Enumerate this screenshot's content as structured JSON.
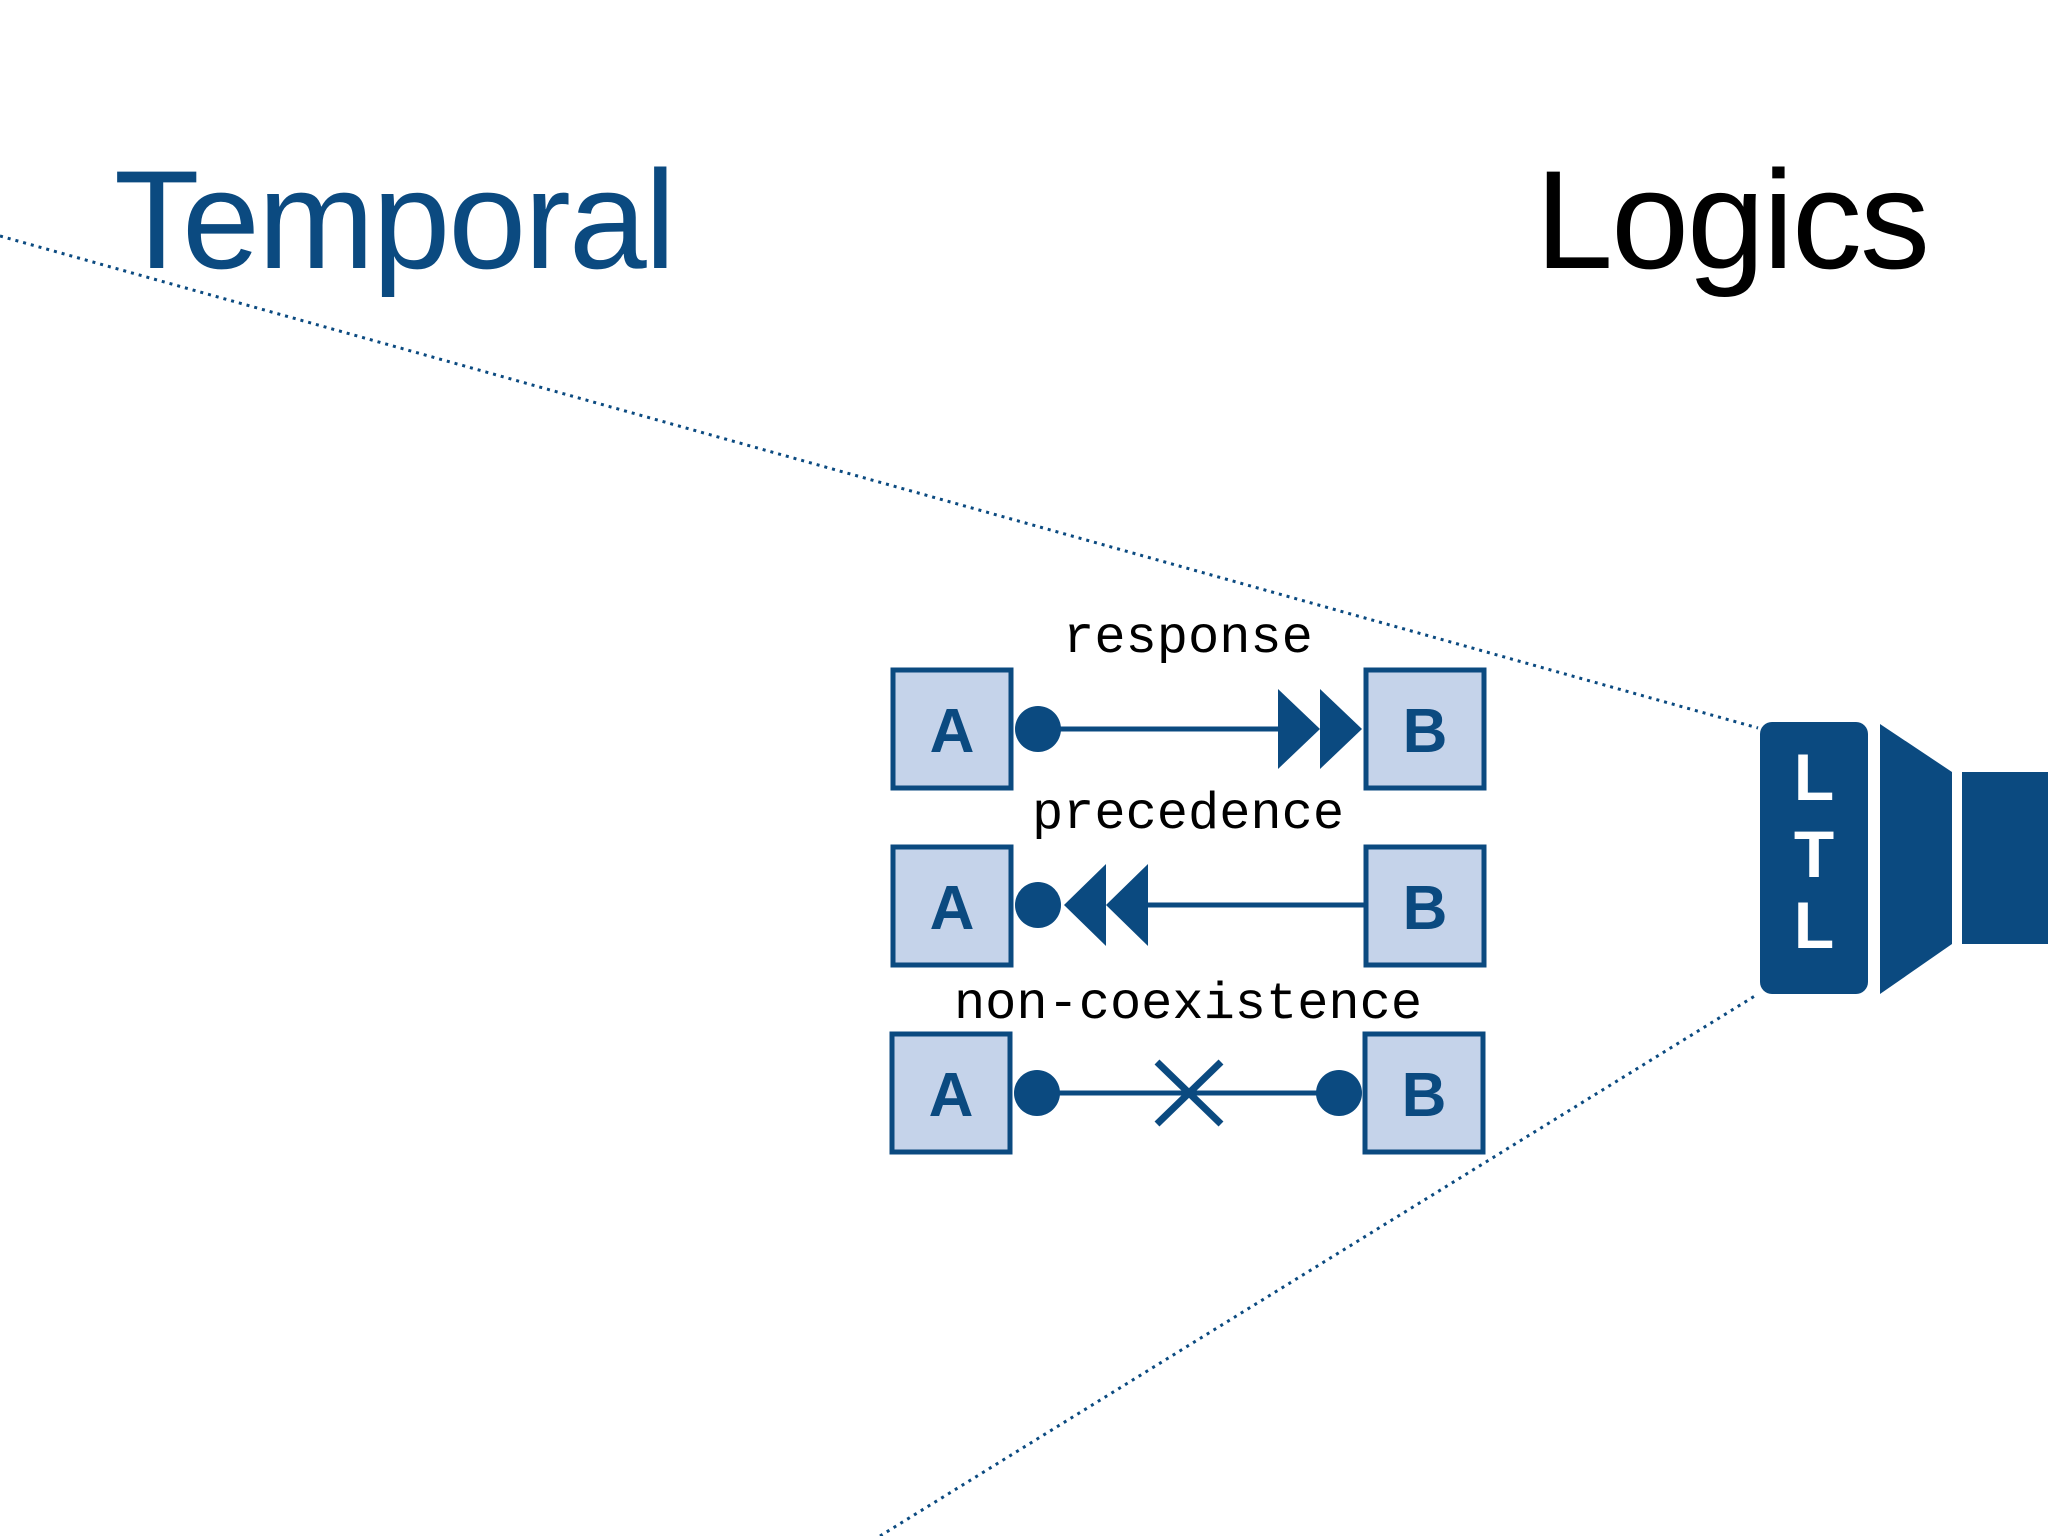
{
  "title": {
    "left_word": "Temporal",
    "right_word": "Logics"
  },
  "colors": {
    "accent": "#0b4a80",
    "box_fill": "#c5d3ea",
    "title_left": "#0b4a80",
    "title_right": "#000000",
    "background": "#ffffff"
  },
  "relations": [
    {
      "label": "response",
      "source": "A",
      "target": "B",
      "connector": "dot-to-double-arrow-right"
    },
    {
      "label": "precedence",
      "source": "A",
      "target": "B",
      "connector": "dot-double-arrow-left"
    },
    {
      "label": "non-coexistence",
      "source": "A",
      "target": "B",
      "connector": "dot-cross-dot"
    }
  ],
  "projector": {
    "label_letters": [
      "L",
      "T",
      "L"
    ]
  }
}
